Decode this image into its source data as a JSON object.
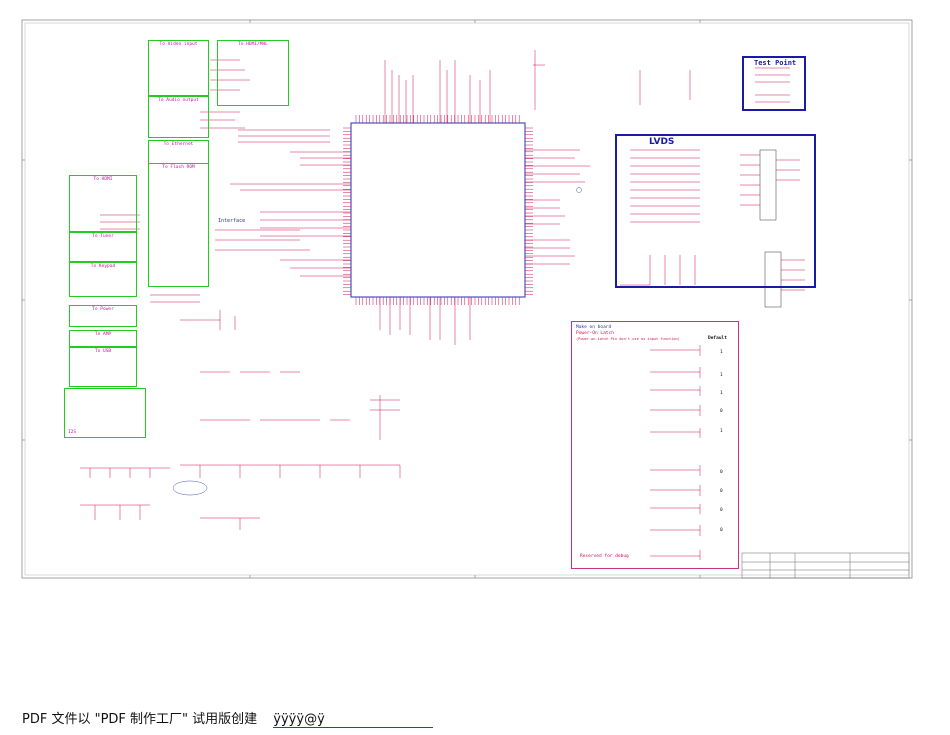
{
  "blocks": {
    "video_input": "To Video input",
    "hdmi_mhl": "To HDMI/MHL",
    "audio_output": "To Audio output",
    "ethernet": "To Ethernet",
    "flash_rom": "To Flash ROM",
    "hdmi": "To HDMI",
    "tuner": "To Tuner",
    "keypad": "To Keypad",
    "power": "To Power",
    "amp": "To AMP",
    "usb": "To USB",
    "i2s": "I2S"
  },
  "test_point": {
    "title": "Test Point"
  },
  "lvds": {
    "title": "LVDS"
  },
  "interface_label": "Interface",
  "make_on_board": {
    "title": "Make on board",
    "subtitle": "Power-On Latch",
    "note": "(Power-on-Latch Pin don't use as input function)",
    "default_label": "Default",
    "defaults": [
      "1",
      "1",
      "1",
      "0",
      "1",
      "0",
      "0",
      "0",
      "0"
    ],
    "reserved": "Reserved for debug"
  },
  "footer": {
    "text": "PDF 文件以 \"PDF 制作工厂\" 试用版创建",
    "link": "ÿÿÿÿ@ÿ"
  },
  "colors": {
    "wire": "#cc1155",
    "green_box": "#22cc22",
    "blue_box": "#1a1aa8",
    "chip": "#4455bb",
    "magenta_box": "#cc2f8a"
  }
}
